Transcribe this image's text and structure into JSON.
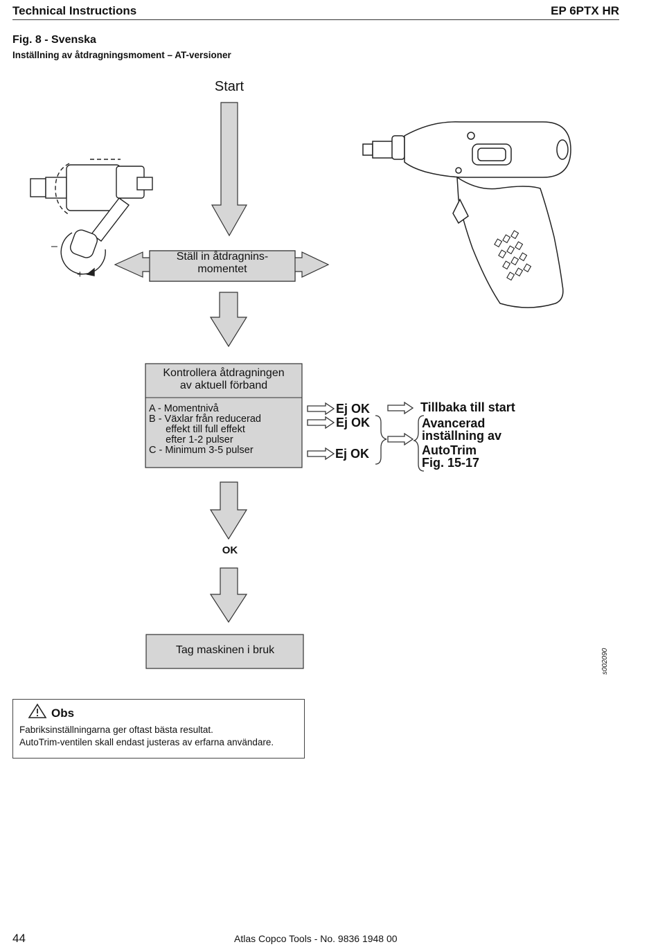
{
  "header": {
    "left": "Technical Instructions",
    "right": "EP 6PTX HR"
  },
  "figure": {
    "title": "Fig. 8 - Svenska",
    "subtitle": "Inställning av åtdragningsmoment – AT-versioner"
  },
  "flow": {
    "start": "Start",
    "set_line1": "Ställ in åtdragnins-",
    "set_line2": "momentet",
    "check_title_line1": "Kontrollera åtdragningen",
    "check_title_line2": "av aktuell förband",
    "check_items": [
      "A - Momentnivå",
      "B - Växlar från reducerad",
      "      effekt till full effekt",
      "      efter 1-2 pulser",
      "C - Minimum 3-5 pulser"
    ],
    "not_ok": [
      "Ej OK",
      "Ej OK",
      "Ej OK"
    ],
    "back_to_start": "Tillbaka till start",
    "advanced": [
      "Avancerad",
      "inställning av",
      "AutoTrim",
      "Fig. 15-17"
    ],
    "ok": "OK",
    "use": "Tag  maskinen i bruk",
    "minus": "–",
    "plus": "+"
  },
  "image_code": "s002090",
  "note": {
    "title": "Obs",
    "line1": "Fabriksinställningarna ger oftast bästa resultat.",
    "line2": "AutoTrim-ventilen skall endast justeras av erfarna användare."
  },
  "footer": {
    "page": "44",
    "doc": "Atlas Copco Tools - No. 9836 1948 00"
  }
}
